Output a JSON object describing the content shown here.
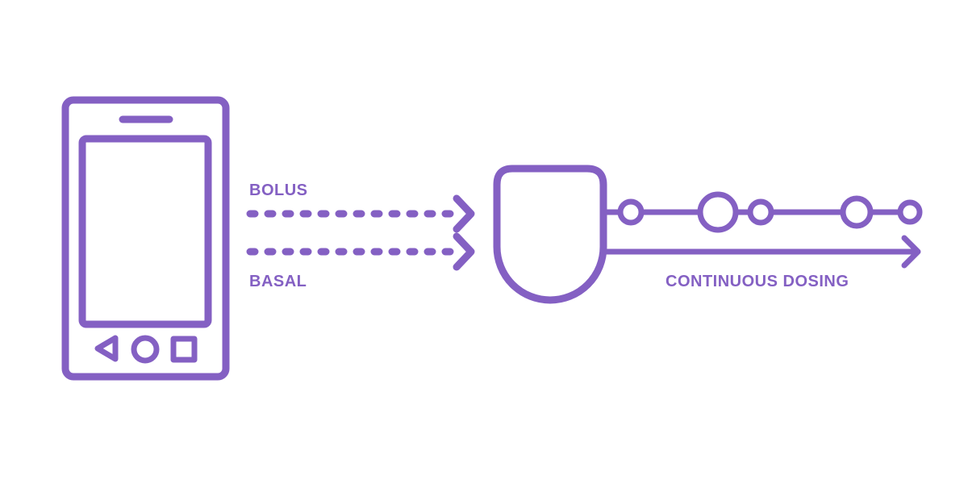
{
  "colors": {
    "primary": "#8460C3",
    "background": "#FFFFFF"
  },
  "labels": {
    "bolus": "BOLUS",
    "basal": "BASAL",
    "continuous_dosing": "CONTINUOUS DOSING"
  },
  "icons": {
    "phone": "smartphone-icon",
    "pump": "insulin-pump-icon",
    "nav_back": "triangle-back-icon",
    "nav_home": "circle-home-icon",
    "nav_recent": "square-recent-icon"
  }
}
